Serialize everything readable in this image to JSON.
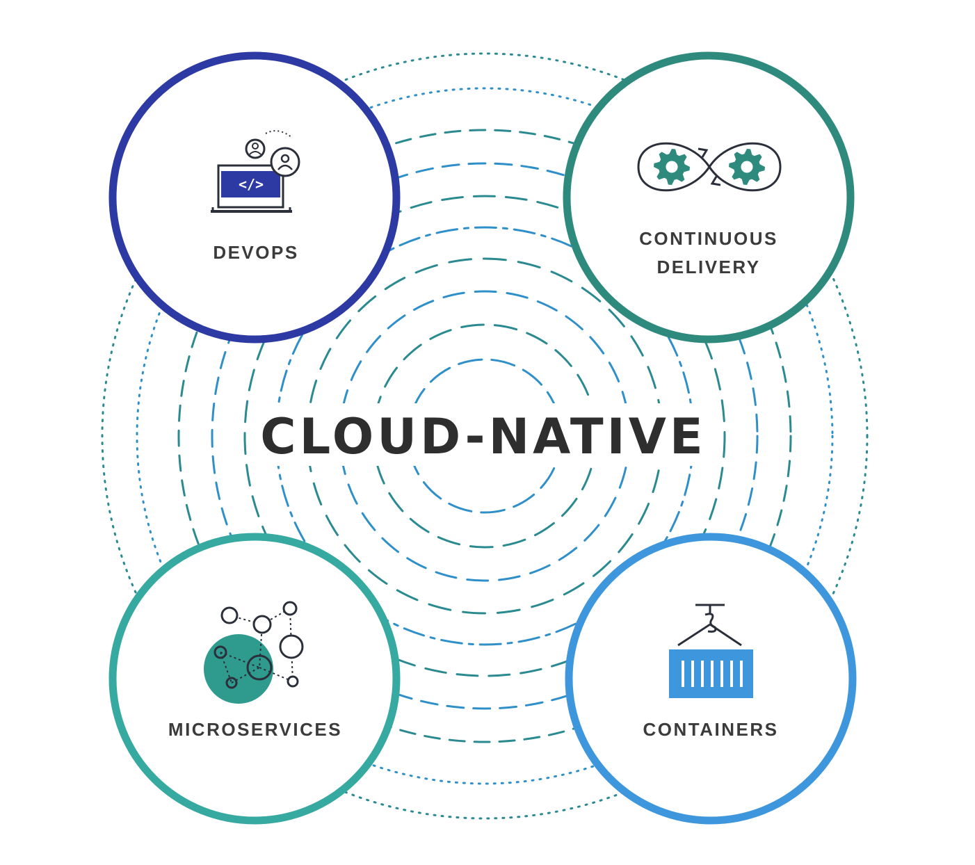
{
  "center": {
    "title": "CLOUD-NATIVE"
  },
  "nodes": {
    "devops": {
      "line1": "DEVOPS",
      "color": "#2e3aa3"
    },
    "continuous_delivery": {
      "line1": "CONTINUOUS",
      "line2": "DELIVERY",
      "color": "#2f8a7e"
    },
    "microservices": {
      "line1": "MICROSERVICES",
      "color": "#36a9a0"
    },
    "containers": {
      "line1": "CONTAINERS",
      "color": "#3e97dc"
    }
  },
  "icons": {
    "devops": "laptop-code-people-icon",
    "continuous_delivery": "gears-infinity-loop-icon",
    "microservices": "network-nodes-icon",
    "containers": "shipping-container-crane-icon"
  },
  "colors": {
    "ring_blue": "#2f8fc9",
    "ring_teal": "#2a8a90",
    "icon_dark": "#2a2f3a"
  }
}
